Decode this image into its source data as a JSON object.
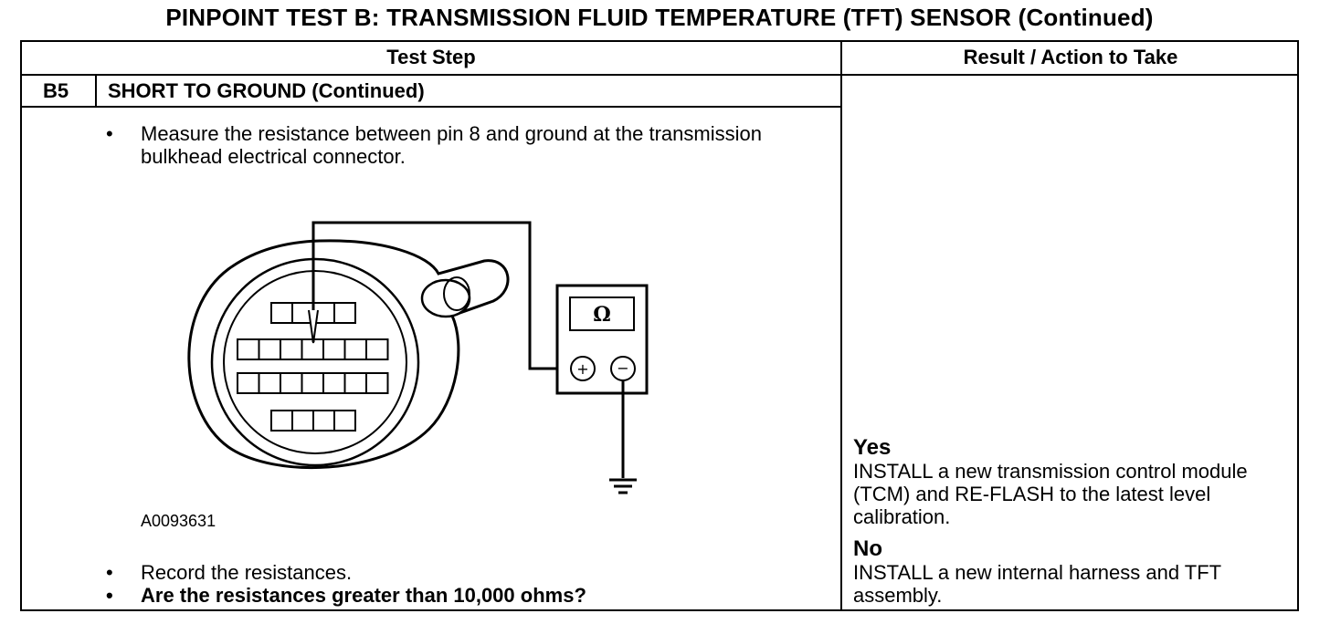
{
  "title": "PINPOINT TEST  B: TRANSMISSION FLUID TEMPERATURE (TFT) SENSOR (Continued)",
  "table": {
    "header_test_step": "Test Step",
    "header_result": "Result / Action to Take"
  },
  "step": {
    "id": "B5",
    "title": "SHORT TO GROUND (Continued)",
    "bullets": [
      "Measure the resistance between pin 8 and ground at the transmission bulkhead electrical connector.",
      "Record the resistances.",
      "Are the resistances greater than 10,000 ohms?"
    ],
    "bullet_char": "•",
    "figure_id": "A0093631",
    "meter_symbol": "Ω",
    "plus_symbol": "+",
    "minus_symbol": "−"
  },
  "results": [
    {
      "answer": "Yes",
      "action": "INSTALL a new transmission control module (TCM) and RE-FLASH to the latest level calibration."
    },
    {
      "answer": "No",
      "action": "INSTALL a new internal harness and TFT assembly."
    }
  ]
}
